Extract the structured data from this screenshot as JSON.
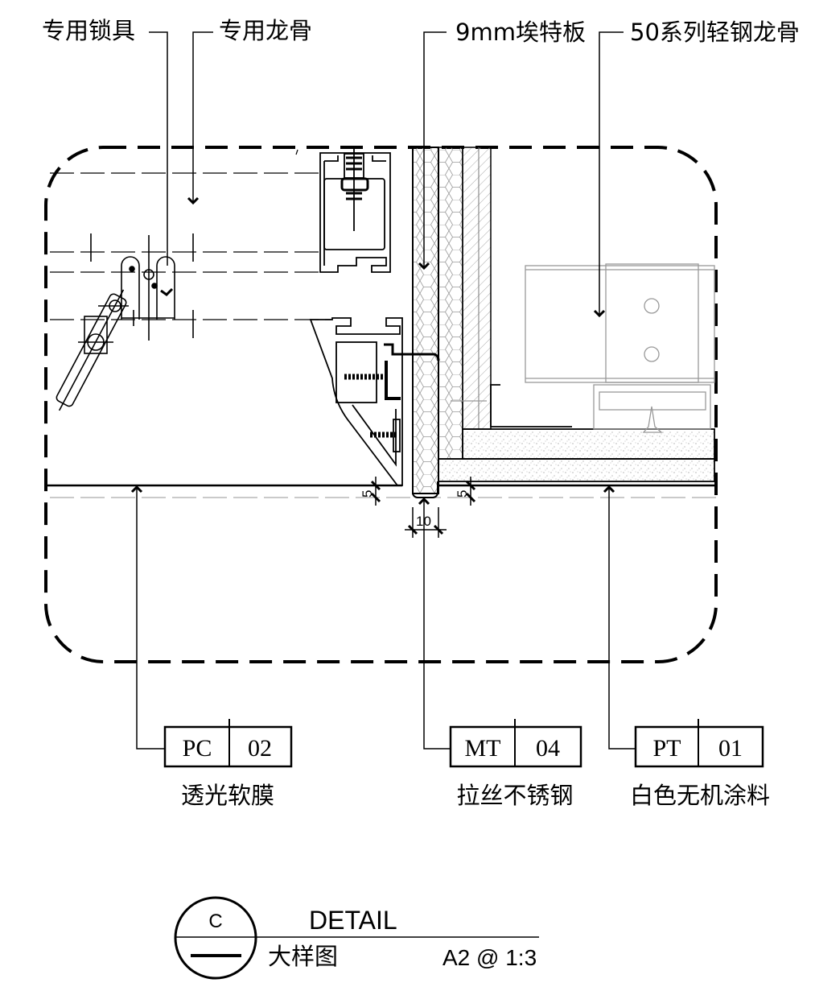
{
  "callouts_top": {
    "lock": "专用锁具",
    "keel": "专用龙骨",
    "board": "9mm埃特板",
    "steel_keel": "50系列轻钢龙骨"
  },
  "material_tags": [
    {
      "code": "PC",
      "number": "02",
      "name": "透光软膜"
    },
    {
      "code": "MT",
      "number": "04",
      "name": "拉丝不锈钢"
    },
    {
      "code": "PT",
      "number": "01",
      "name": "白色无机涂料"
    }
  ],
  "dimensions": {
    "gap_left": "5",
    "gap_right": "5",
    "width": "10"
  },
  "title_block": {
    "detail_id": "C",
    "title": "DETAIL",
    "subtitle": "大样图",
    "scale": "A2 @ 1:3"
  }
}
